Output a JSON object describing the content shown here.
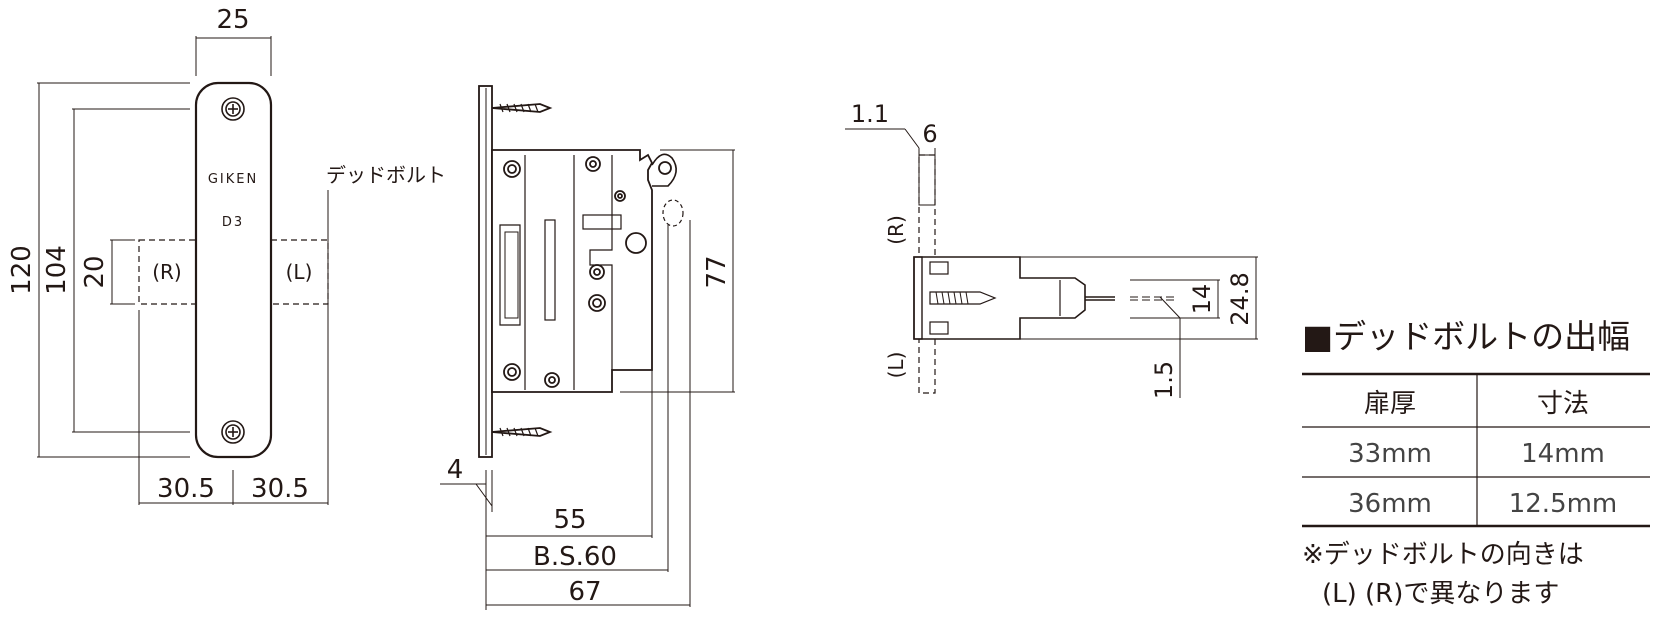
{
  "front_view": {
    "width": "25",
    "height_total": "120",
    "screw_pitch": "104",
    "bolt_height": "20",
    "offset_left": "30.5",
    "offset_right": "30.5",
    "label_r": "(R)",
    "label_l": "(L)",
    "plate_text_1": "GIKEN",
    "plate_text_2": "D3",
    "deadbolt_label": "デッドボルト"
  },
  "side_view": {
    "face_thickness": "4",
    "depth_55": "55",
    "backset": "B.S.60",
    "depth_67": "67",
    "height_77": "77"
  },
  "bolt_view": {
    "thickness_1": "1.1",
    "thickness_2": "6",
    "label_r": "(R)",
    "label_l": "(L)",
    "dim_14": "14",
    "dim_248": "24.8",
    "dim_15": "1.5"
  },
  "table": {
    "title": "■デッドボルトの出幅",
    "headers": [
      "扉厚",
      "寸法"
    ],
    "rows": [
      [
        "33mm",
        "14mm"
      ],
      [
        "36mm",
        "12.5mm"
      ]
    ],
    "note_1": "※デッドボルトの向きは",
    "note_2": "(L) (R)で異なります"
  }
}
